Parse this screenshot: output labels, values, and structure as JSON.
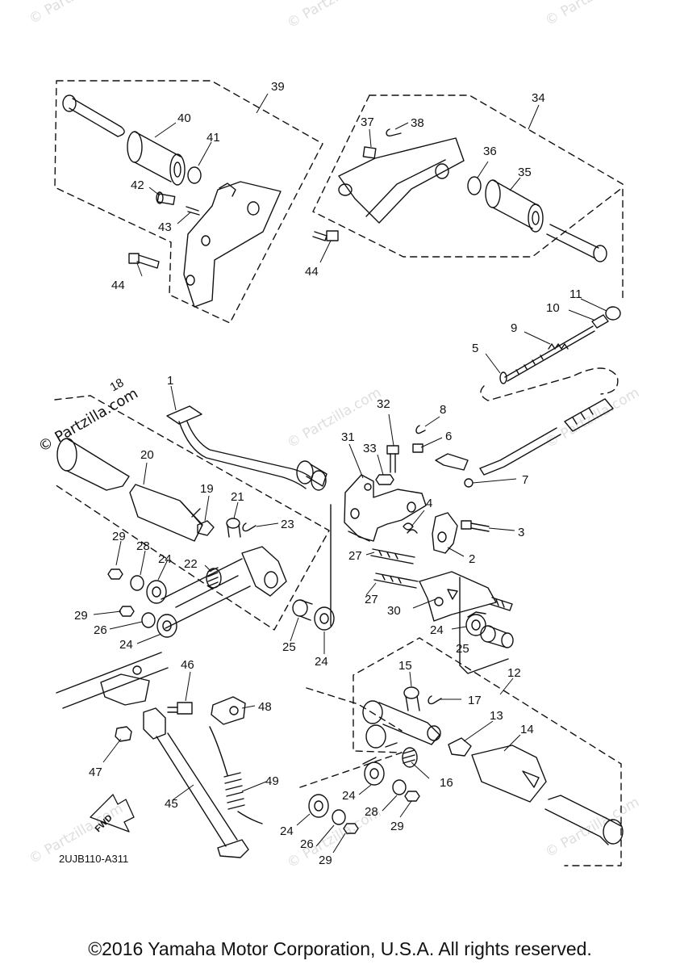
{
  "watermark": {
    "text": "© Partzilla.com",
    "faint_text": "© Partzilla.com"
  },
  "labels": {
    "p1": "1",
    "p2": "2",
    "p3": "3",
    "p4": "4",
    "p5": "5",
    "p6": "6",
    "p7": "7",
    "p8": "8",
    "p9": "9",
    "p10": "10",
    "p11": "11",
    "p12": "12",
    "p13": "13",
    "p14": "14",
    "p15": "15",
    "p16": "16",
    "p17": "17",
    "p18": "18",
    "p19": "19",
    "p20": "20",
    "p21": "21",
    "p22": "22",
    "p23": "23",
    "p24": "24",
    "p25": "25",
    "p26": "26",
    "p27": "27",
    "p28": "28",
    "p29": "29",
    "p30": "30",
    "p31": "31",
    "p32": "32",
    "p33": "33",
    "p34": "34",
    "p35": "35",
    "p36": "36",
    "p37": "37",
    "p38": "38",
    "p39": "39",
    "p40": "40",
    "p41": "41",
    "p42": "42",
    "p43": "43",
    "p44": "44",
    "p45": "45",
    "p46": "46",
    "p47": "47",
    "p48": "48",
    "p49": "49"
  },
  "fwd_label": "FWD",
  "diagram_code": "2UJB110-A311",
  "copyright": "©2016 Yamaha Motor Corporation, U.S.A. All rights reserved."
}
